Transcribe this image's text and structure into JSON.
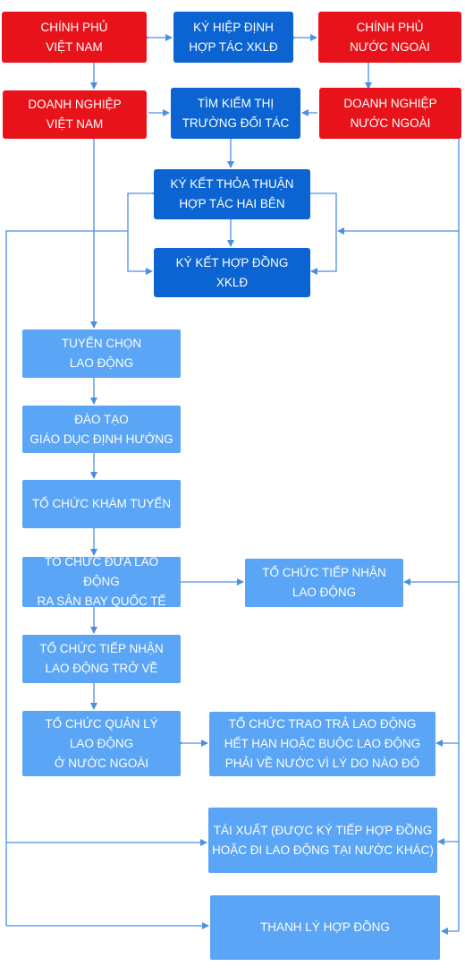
{
  "colors": {
    "red": "#e8131a",
    "dark_blue": "#0b64d2",
    "light_blue": "#5aa5f5",
    "connector": "#4a90e2"
  },
  "nodes": {
    "gov_vn": "CHÍNH PHỦ\nVIỆT NAM",
    "agreement": "KÝ HIỆP ĐỊNH\nHỢP TÁC XKLĐ",
    "gov_foreign": "CHÍNH PHỦ\nNƯỚC NGOÀI",
    "biz_vn": "DOANH NGHIỆP\nVIỆT NAM",
    "market_search": "TÌM KIẾM THỊ\nTRƯỜNG ĐỐI TÁC",
    "biz_foreign": "DOANH NGHIỆP\nNƯỚC NGOÀI",
    "bilateral": "KÝ KẾT THỎA THUẬN\nHỢP TÁC HAI BÊN",
    "contract": "KÝ KẾT HỢP ĐỒNG\nXKLĐ",
    "recruit": "TUYỂN CHỌN\nLAO ĐỘNG",
    "training": "ĐÀO TẠO\nGIÁO DỤC ĐỊNH HƯỚNG",
    "medical": "TỔ CHỨC KHÁM TUYỂN",
    "airport": "TỔ CHỨC ĐƯA LAO ĐỘNG\nRA SÂN BAY QUỐC TẾ",
    "receive_foreign": "TỔ CHỨC TIẾP NHẬN\nLAO ĐỘNG",
    "receive_return": "TỔ CHỨC TIẾP NHẬN\nLAO ĐỘNG TRỞ VỀ",
    "manage_abroad": "TỔ CHỨC QUẢN LÝ\nLAO ĐỘNG\nỞ NƯỚC NGOÀI",
    "return_expired": "TỔ CHỨC TRAO TRẢ LAO ĐỘNG\nHẾT HẠN HOẶC BUỘC LAO ĐỘNG\nPHẢI VỀ NƯỚC VÌ LÝ DO NÀO ĐÓ",
    "re_export": "TÁI XUẤT (ĐƯỢC KÝ TIẾP HỢP ĐỒNG\nHOẶC ĐI LAO ĐỘNG TẠI NƯỚC KHÁC)",
    "liquidation": "THANH LÝ HỢP ĐỒNG"
  }
}
